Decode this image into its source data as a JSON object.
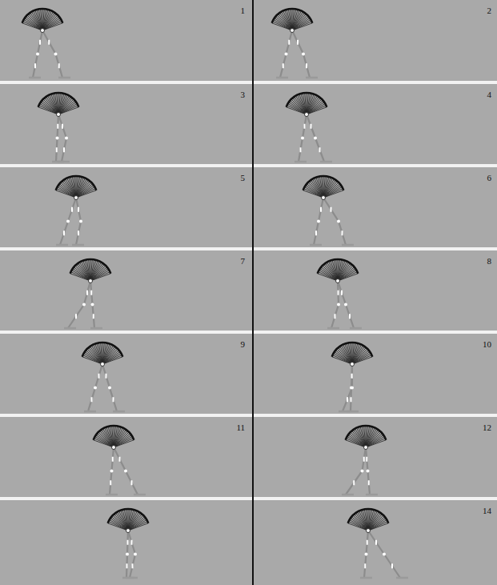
{
  "diagram": {
    "labels": [
      "1",
      "2",
      "3",
      "4",
      "5",
      "6",
      "7",
      "8",
      "9",
      "10",
      "11",
      "12",
      "14"
    ]
  }
}
